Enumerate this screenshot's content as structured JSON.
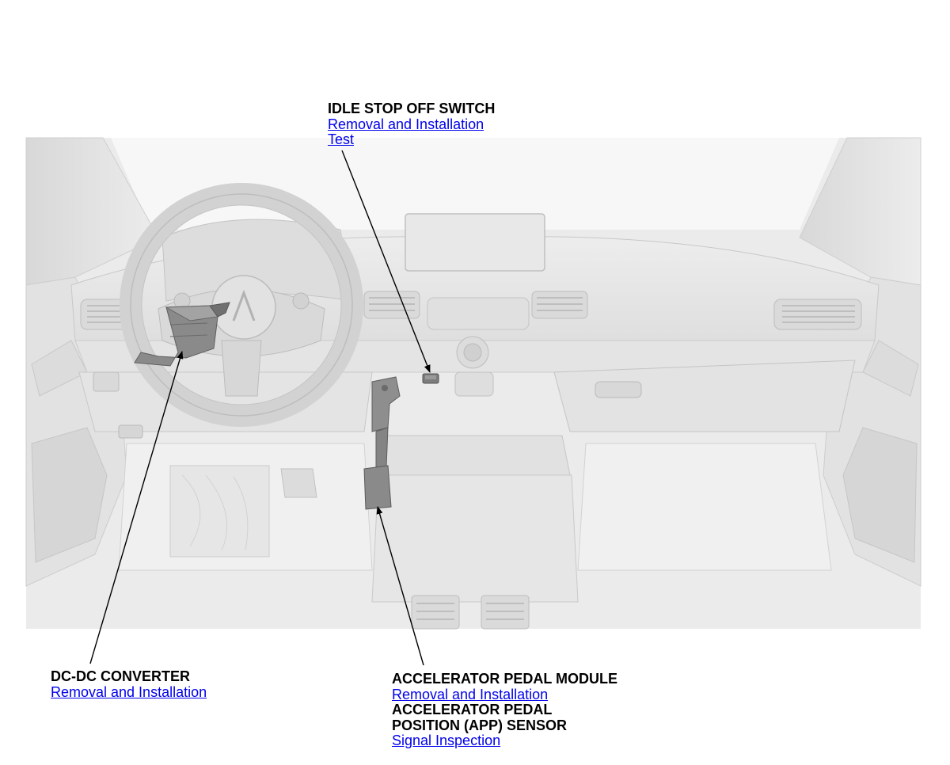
{
  "callouts": {
    "idle_stop_off_switch": {
      "title": "IDLE STOP OFF SWITCH",
      "links": [
        "Removal and Installation",
        "Test"
      ]
    },
    "dc_dc_converter": {
      "title": "DC-DC CONVERTER",
      "links": [
        "Removal and Installation"
      ]
    },
    "accelerator_pedal_module": {
      "title": "ACCELERATOR PEDAL MODULE",
      "links": [
        "Removal and Installation"
      ]
    },
    "app_sensor": {
      "title_line1": "ACCELERATOR PEDAL",
      "title_line2": "POSITION (APP) SENSOR",
      "links": [
        "Signal Inspection"
      ]
    }
  },
  "colors": {
    "link": "#0000ee",
    "text": "#000000",
    "interior": "#e6e6e6",
    "interior_line": "#c9c9c9",
    "component": "#7a7a7a"
  },
  "illustration": {
    "view": "vehicle interior dashboard, front view",
    "components_highlighted": [
      "dc-dc-converter",
      "idle-stop-off-switch",
      "accelerator-pedal-module"
    ]
  }
}
